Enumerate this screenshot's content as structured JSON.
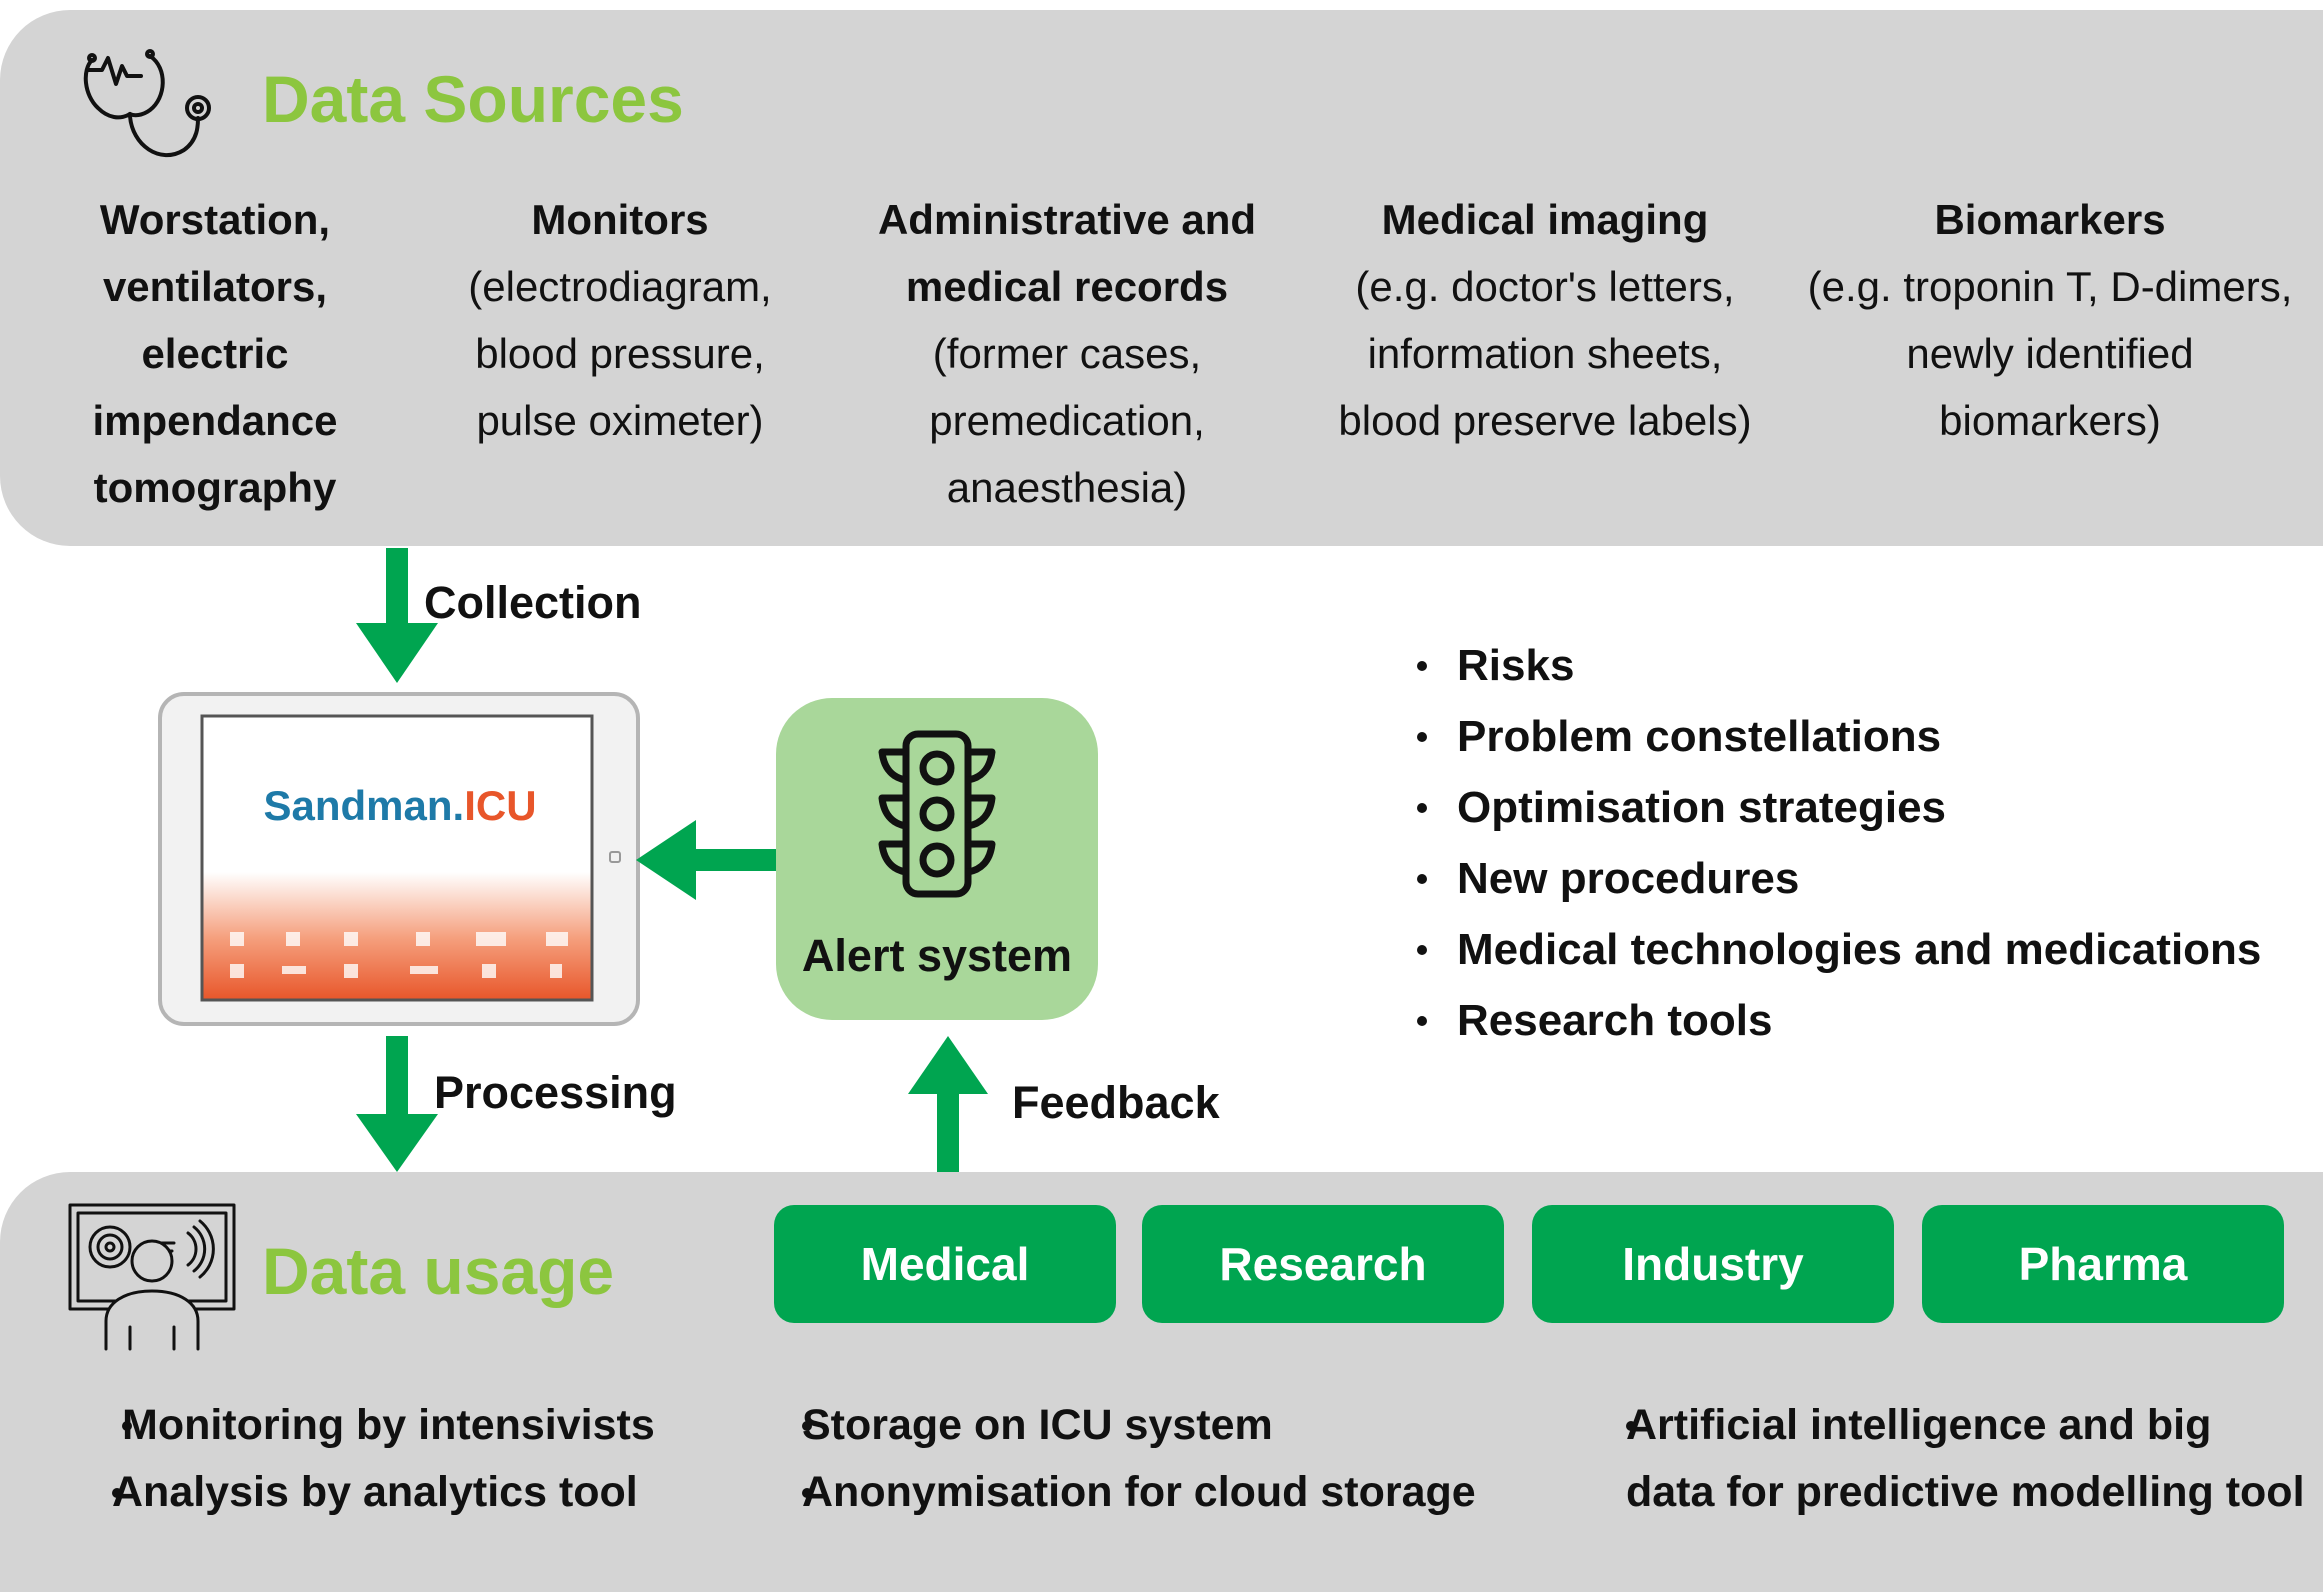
{
  "data_sources": {
    "title": "Data Sources",
    "icon": "stethoscope-icon",
    "columns": [
      {
        "bold_lines": [
          "Worstation,",
          "ventilators,",
          "electric",
          "impendance",
          "tomography"
        ],
        "normal_lines": []
      },
      {
        "bold_lines": [
          "Monitors"
        ],
        "normal_lines": [
          "(electrodiagram,",
          "blood pressure,",
          "pulse oximeter)"
        ]
      },
      {
        "bold_lines": [
          "Administrative and",
          "medical records"
        ],
        "normal_lines": [
          "(former cases,",
          "premedication,",
          "anaesthesia)"
        ]
      },
      {
        "bold_lines": [
          "Medical imaging"
        ],
        "normal_lines": [
          "(e.g. doctor's letters,",
          "information sheets,",
          "blood preserve labels)"
        ]
      },
      {
        "bold_lines": [
          "Biomarkers"
        ],
        "normal_lines": [
          "(e.g. troponin T, D-dimers,",
          "newly identified",
          "biomarkers)"
        ]
      }
    ]
  },
  "flow": {
    "collection": "Collection",
    "processing": "Processing",
    "feedback": "Feedback"
  },
  "device": {
    "brand_part1": "Sandman.",
    "brand_part2": "ICU",
    "icon": "tablet-icon"
  },
  "alert": {
    "label": "Alert system",
    "icon": "traffic-light-icon"
  },
  "insights": [
    "Risks",
    "Problem constellations",
    "Optimisation strategies",
    "New procedures",
    "Medical technologies and medications",
    "Research tools"
  ],
  "data_usage": {
    "title": "Data usage",
    "icon": "analyst-screen-icon",
    "categories": [
      "Medical",
      "Research",
      "Industry",
      "Pharma"
    ],
    "lists": [
      [
        "Monitoring by intensivists",
        "Analysis by analytics tool"
      ],
      [
        "Storage on ICU system",
        "Anonymisation for cloud storage"
      ],
      [
        "Artificial intelligence and big data for predictive modelling tool"
      ]
    ]
  },
  "colors": {
    "panel": "#d4d4d4",
    "title_green": "#8cc63f",
    "arrow_green": "#00a550",
    "alert_green": "#a9d79a",
    "brand_blue": "#1e7aa8",
    "brand_orange": "#e8562a"
  }
}
